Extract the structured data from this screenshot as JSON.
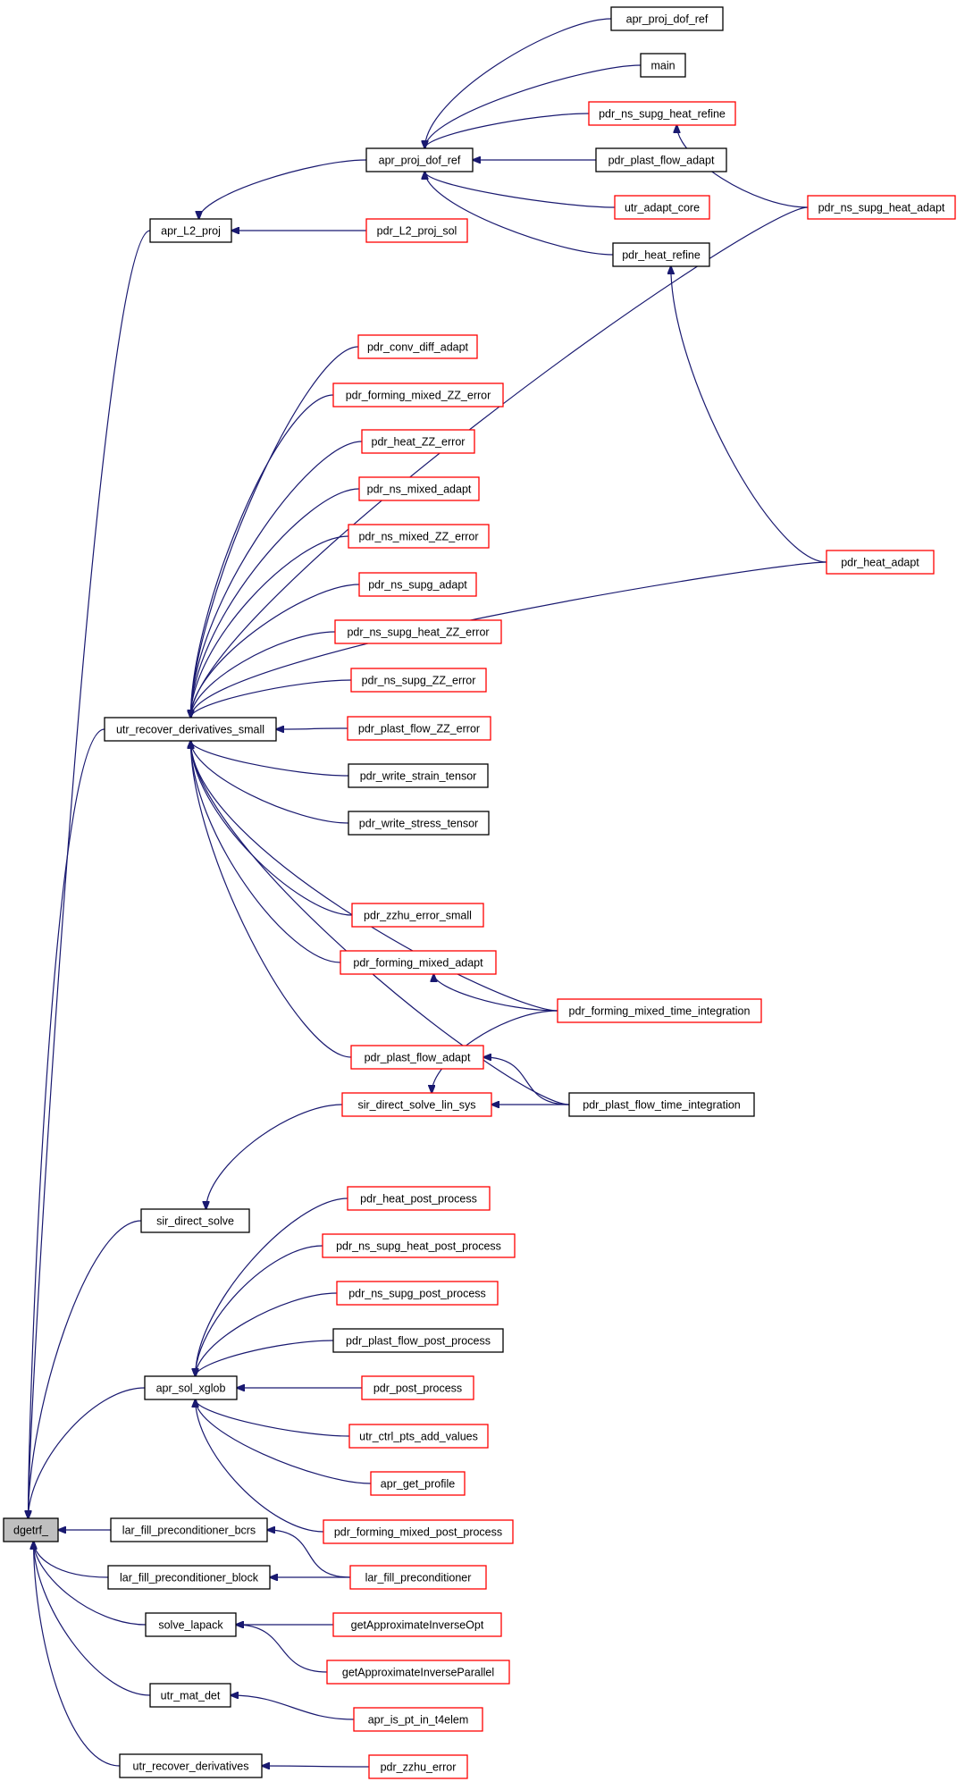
{
  "colors": {
    "edge": "#191970",
    "normal_border": "#000000",
    "truncated_border": "#ff0000",
    "root_fill": "#bfbfbf"
  },
  "nodes": [
    {
      "id": "dgetrf",
      "label": "dgetrf_",
      "style": "root"
    },
    {
      "id": "apr_L2_proj",
      "label": "apr_L2_proj",
      "style": "normal"
    },
    {
      "id": "apr_proj_dof_ref_mid",
      "label": "apr_proj_dof_ref",
      "style": "normal"
    },
    {
      "id": "apr_proj_dof_ref_top",
      "label": "apr_proj_dof_ref",
      "style": "normal"
    },
    {
      "id": "main",
      "label": "main",
      "style": "normal"
    },
    {
      "id": "pdr_ns_supg_heat_refine",
      "label": "pdr_ns_supg_heat_refine",
      "style": "red"
    },
    {
      "id": "pdr_plast_flow_adapt_b",
      "label": "pdr_plast_flow_adapt",
      "style": "normal"
    },
    {
      "id": "utr_adapt_core",
      "label": "utr_adapt_core",
      "style": "red"
    },
    {
      "id": "pdr_heat_refine",
      "label": "pdr_heat_refine",
      "style": "normal"
    },
    {
      "id": "pdr_ns_supg_heat_adapt",
      "label": "pdr_ns_supg_heat_adapt",
      "style": "red"
    },
    {
      "id": "pdr_L2_proj_sol",
      "label": "pdr_L2_proj_sol",
      "style": "red"
    },
    {
      "id": "utr_recover_derivatives_small",
      "label": "utr_recover_derivatives_small",
      "style": "normal"
    },
    {
      "id": "pdr_conv_diff_adapt",
      "label": "pdr_conv_diff_adapt",
      "style": "red"
    },
    {
      "id": "pdr_forming_mixed_ZZ_error",
      "label": "pdr_forming_mixed_ZZ_error",
      "style": "red"
    },
    {
      "id": "pdr_heat_ZZ_error",
      "label": "pdr_heat_ZZ_error",
      "style": "red"
    },
    {
      "id": "pdr_ns_mixed_adapt",
      "label": "pdr_ns_mixed_adapt",
      "style": "red"
    },
    {
      "id": "pdr_ns_mixed_ZZ_error",
      "label": "pdr_ns_mixed_ZZ_error",
      "style": "red"
    },
    {
      "id": "pdr_ns_supg_adapt",
      "label": "pdr_ns_supg_adapt",
      "style": "red"
    },
    {
      "id": "pdr_ns_supg_heat_ZZ_error",
      "label": "pdr_ns_supg_heat_ZZ_error",
      "style": "red"
    },
    {
      "id": "pdr_ns_supg_ZZ_error",
      "label": "pdr_ns_supg_ZZ_error",
      "style": "red"
    },
    {
      "id": "pdr_plast_flow_ZZ_error",
      "label": "pdr_plast_flow_ZZ_error",
      "style": "red"
    },
    {
      "id": "pdr_write_strain_tensor",
      "label": "pdr_write_strain_tensor",
      "style": "normal"
    },
    {
      "id": "pdr_write_stress_tensor",
      "label": "pdr_write_stress_tensor",
      "style": "normal"
    },
    {
      "id": "pdr_heat_adapt",
      "label": "pdr_heat_adapt",
      "style": "red"
    },
    {
      "id": "pdr_zzhu_error_small",
      "label": "pdr_zzhu_error_small",
      "style": "red"
    },
    {
      "id": "pdr_forming_mixed_adapt",
      "label": "pdr_forming_mixed_adapt",
      "style": "red"
    },
    {
      "id": "pdr_forming_mixed_time_integration",
      "label": "pdr_forming_mixed_time_integration",
      "style": "red"
    },
    {
      "id": "pdr_plast_flow_adapt_r",
      "label": "pdr_plast_flow_adapt",
      "style": "red"
    },
    {
      "id": "sir_direct_solve_lin_sys",
      "label": "sir_direct_solve_lin_sys",
      "style": "red"
    },
    {
      "id": "pdr_plast_flow_time_integration",
      "label": "pdr_plast_flow_time_integration",
      "style": "normal"
    },
    {
      "id": "sir_direct_solve",
      "label": "sir_direct_solve",
      "style": "normal"
    },
    {
      "id": "pdr_heat_post_process",
      "label": "pdr_heat_post_process",
      "style": "red"
    },
    {
      "id": "pdr_ns_supg_heat_post_process",
      "label": "pdr_ns_supg_heat_post_process",
      "style": "red"
    },
    {
      "id": "pdr_ns_supg_post_process",
      "label": "pdr_ns_supg_post_process",
      "style": "red"
    },
    {
      "id": "pdr_plast_flow_post_process",
      "label": "pdr_plast_flow_post_process",
      "style": "normal"
    },
    {
      "id": "apr_sol_xglob",
      "label": "apr_sol_xglob",
      "style": "normal"
    },
    {
      "id": "pdr_post_process",
      "label": "pdr_post_process",
      "style": "red"
    },
    {
      "id": "utr_ctrl_pts_add_values",
      "label": "utr_ctrl_pts_add_values",
      "style": "red"
    },
    {
      "id": "apr_get_profile",
      "label": "apr_get_profile",
      "style": "red"
    },
    {
      "id": "pdr_forming_mixed_post_process",
      "label": "pdr_forming_mixed_post_process",
      "style": "red"
    },
    {
      "id": "lar_fill_preconditioner_bcrs",
      "label": "lar_fill_preconditioner_bcrs",
      "style": "normal"
    },
    {
      "id": "lar_fill_preconditioner_block",
      "label": "lar_fill_preconditioner_block",
      "style": "normal"
    },
    {
      "id": "lar_fill_preconditioner",
      "label": "lar_fill_preconditioner",
      "style": "red"
    },
    {
      "id": "solve_lapack",
      "label": "solve_lapack",
      "style": "normal"
    },
    {
      "id": "getApproximateInverseOpt",
      "label": "getApproximateInverseOpt",
      "style": "red"
    },
    {
      "id": "getApproximateInverseParallel",
      "label": "getApproximateInverseParallel",
      "style": "red"
    },
    {
      "id": "utr_mat_det",
      "label": "utr_mat_det",
      "style": "normal"
    },
    {
      "id": "apr_is_pt_in_t4elem",
      "label": "apr_is_pt_in_t4elem",
      "style": "red"
    },
    {
      "id": "utr_recover_derivatives",
      "label": "utr_recover_derivatives",
      "style": "normal"
    },
    {
      "id": "pdr_zzhu_error",
      "label": "pdr_zzhu_error",
      "style": "red"
    }
  ],
  "edges": [
    {
      "from": "apr_L2_proj",
      "to": "dgetrf"
    },
    {
      "from": "utr_recover_derivatives_small",
      "to": "dgetrf"
    },
    {
      "from": "sir_direct_solve",
      "to": "dgetrf"
    },
    {
      "from": "apr_sol_xglob",
      "to": "dgetrf"
    },
    {
      "from": "lar_fill_preconditioner_bcrs",
      "to": "dgetrf"
    },
    {
      "from": "lar_fill_preconditioner_block",
      "to": "dgetrf"
    },
    {
      "from": "solve_lapack",
      "to": "dgetrf"
    },
    {
      "from": "utr_mat_det",
      "to": "dgetrf"
    },
    {
      "from": "utr_recover_derivatives",
      "to": "dgetrf"
    },
    {
      "from": "apr_proj_dof_ref_mid",
      "to": "apr_L2_proj"
    },
    {
      "from": "pdr_L2_proj_sol",
      "to": "apr_L2_proj"
    },
    {
      "from": "apr_proj_dof_ref_top",
      "to": "apr_proj_dof_ref_mid"
    },
    {
      "from": "main",
      "to": "apr_proj_dof_ref_mid"
    },
    {
      "from": "pdr_ns_supg_heat_refine",
      "to": "apr_proj_dof_ref_mid"
    },
    {
      "from": "pdr_plast_flow_adapt_b",
      "to": "apr_proj_dof_ref_mid"
    },
    {
      "from": "utr_adapt_core",
      "to": "apr_proj_dof_ref_mid"
    },
    {
      "from": "pdr_heat_refine",
      "to": "apr_proj_dof_ref_mid"
    },
    {
      "from": "pdr_ns_supg_heat_adapt",
      "to": "pdr_ns_supg_heat_refine"
    },
    {
      "from": "pdr_heat_adapt",
      "to": "pdr_heat_refine"
    },
    {
      "from": "pdr_ns_supg_heat_adapt",
      "to": "utr_recover_derivatives_small"
    },
    {
      "from": "pdr_conv_diff_adapt",
      "to": "utr_recover_derivatives_small"
    },
    {
      "from": "pdr_forming_mixed_ZZ_error",
      "to": "utr_recover_derivatives_small"
    },
    {
      "from": "pdr_heat_ZZ_error",
      "to": "utr_recover_derivatives_small"
    },
    {
      "from": "pdr_ns_mixed_adapt",
      "to": "utr_recover_derivatives_small"
    },
    {
      "from": "pdr_ns_mixed_ZZ_error",
      "to": "utr_recover_derivatives_small"
    },
    {
      "from": "pdr_ns_supg_adapt",
      "to": "utr_recover_derivatives_small"
    },
    {
      "from": "pdr_ns_supg_heat_ZZ_error",
      "to": "utr_recover_derivatives_small"
    },
    {
      "from": "pdr_ns_supg_ZZ_error",
      "to": "utr_recover_derivatives_small"
    },
    {
      "from": "pdr_plast_flow_ZZ_error",
      "to": "utr_recover_derivatives_small"
    },
    {
      "from": "pdr_write_strain_tensor",
      "to": "utr_recover_derivatives_small"
    },
    {
      "from": "pdr_write_stress_tensor",
      "to": "utr_recover_derivatives_small"
    },
    {
      "from": "pdr_heat_adapt",
      "to": "utr_recover_derivatives_small"
    },
    {
      "from": "pdr_zzhu_error_small",
      "to": "utr_recover_derivatives_small"
    },
    {
      "from": "pdr_forming_mixed_adapt",
      "to": "utr_recover_derivatives_small"
    },
    {
      "from": "pdr_forming_mixed_time_integration",
      "to": "utr_recover_derivatives_small"
    },
    {
      "from": "pdr_plast_flow_adapt_r",
      "to": "utr_recover_derivatives_small"
    },
    {
      "from": "pdr_plast_flow_time_integration",
      "to": "utr_recover_derivatives_small"
    },
    {
      "from": "pdr_forming_mixed_time_integration",
      "to": "pdr_forming_mixed_adapt"
    },
    {
      "from": "pdr_plast_flow_time_integration",
      "to": "pdr_plast_flow_adapt_r"
    },
    {
      "from": "sir_direct_solve_lin_sys",
      "to": "sir_direct_solve"
    },
    {
      "from": "pdr_forming_mixed_time_integration",
      "to": "sir_direct_solve_lin_sys"
    },
    {
      "from": "pdr_plast_flow_time_integration",
      "to": "sir_direct_solve_lin_sys"
    },
    {
      "from": "pdr_heat_post_process",
      "to": "apr_sol_xglob"
    },
    {
      "from": "pdr_ns_supg_heat_post_process",
      "to": "apr_sol_xglob"
    },
    {
      "from": "pdr_ns_supg_post_process",
      "to": "apr_sol_xglob"
    },
    {
      "from": "pdr_plast_flow_post_process",
      "to": "apr_sol_xglob"
    },
    {
      "from": "pdr_post_process",
      "to": "apr_sol_xglob"
    },
    {
      "from": "utr_ctrl_pts_add_values",
      "to": "apr_sol_xglob"
    },
    {
      "from": "apr_get_profile",
      "to": "apr_sol_xglob"
    },
    {
      "from": "pdr_forming_mixed_post_process",
      "to": "apr_sol_xglob"
    },
    {
      "from": "lar_fill_preconditioner",
      "to": "lar_fill_preconditioner_bcrs"
    },
    {
      "from": "lar_fill_preconditioner",
      "to": "lar_fill_preconditioner_block"
    },
    {
      "from": "getApproximateInverseOpt",
      "to": "solve_lapack"
    },
    {
      "from": "getApproximateInverseParallel",
      "to": "solve_lapack"
    },
    {
      "from": "apr_is_pt_in_t4elem",
      "to": "utr_mat_det"
    },
    {
      "from": "pdr_zzhu_error",
      "to": "utr_recover_derivatives"
    }
  ]
}
